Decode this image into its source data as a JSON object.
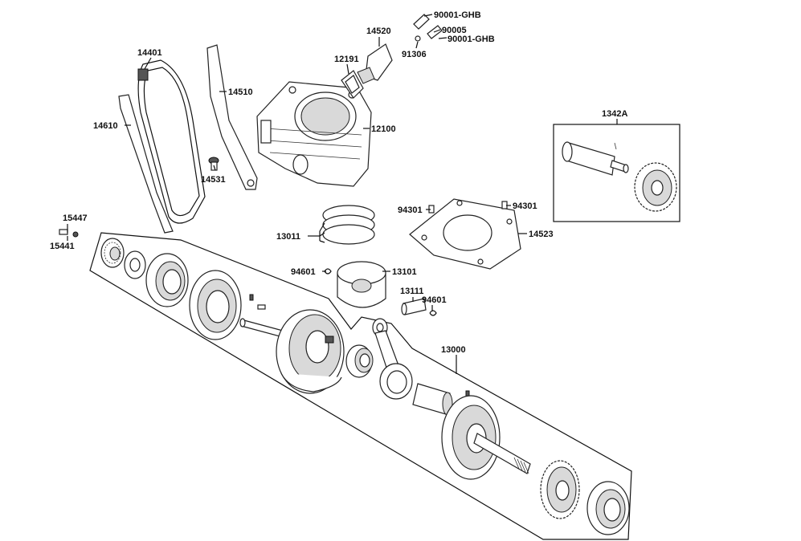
{
  "labels": {
    "p90001_ghb_a": "90001-GHB",
    "p90005": "90005",
    "p90001_ghb_b": "90001-GHB",
    "p91306": "91306",
    "p14520": "14520",
    "p12191": "12191",
    "p14401": "14401",
    "p14510": "14510",
    "p14610": "14610",
    "p12100": "12100",
    "p14531": "14531",
    "p1342A": "1342A",
    "p15447": "15447",
    "p15441": "15441",
    "p94301_a": "94301",
    "p94301_b": "94301",
    "p14523": "14523",
    "p13011": "13011",
    "p94601_a": "94601",
    "p13101": "13101",
    "p13111": "13111",
    "p94601_b": "94601",
    "p13000": "13000"
  },
  "colors": {
    "line": "#111111",
    "fill_light": "#d9d9d9",
    "fill_dark": "#555555",
    "background": "#ffffff"
  }
}
